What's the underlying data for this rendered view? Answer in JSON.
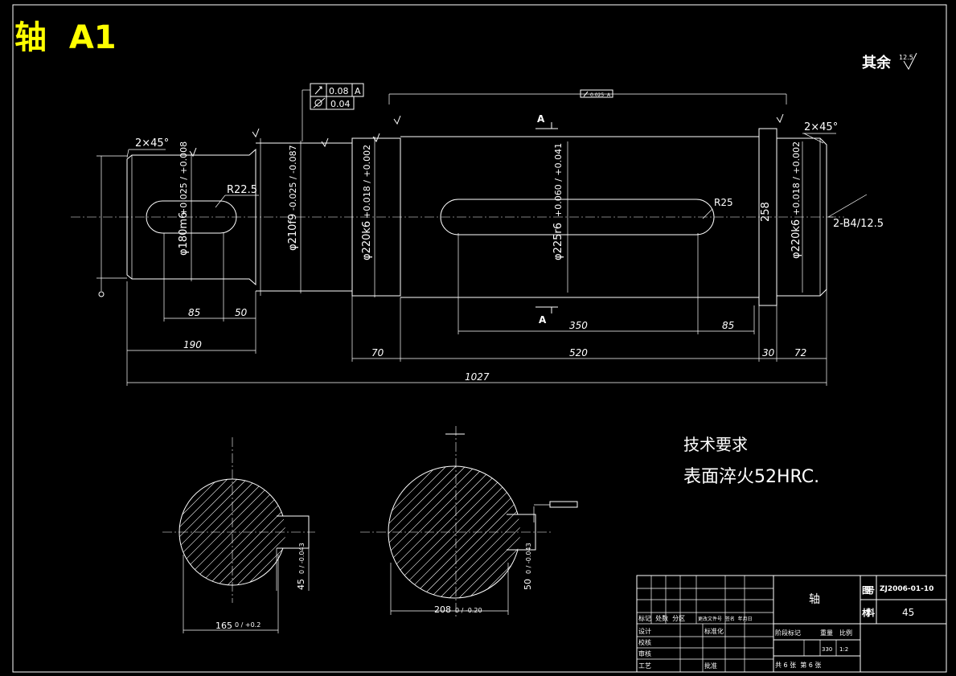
{
  "title": "轴  A1",
  "roughness_note": "其余",
  "roughness_value": "12.5",
  "chamfer_left": "2×45°",
  "chamfer_right": "2×45°",
  "gdt": {
    "runout": "0.08",
    "runout_datum": "A",
    "cylindricity": "0.04",
    "top_runout": "0.025",
    "top_runout_datum": "A"
  },
  "section_label_top": "A",
  "section_label_bottom": "A",
  "center_hole": "2-B4/12.5",
  "radius_left": "R22.5",
  "radius_right": "R25",
  "diameters": {
    "d180": "φ180m6",
    "d180_tol": "+0.025 / +0.008",
    "d210": "φ210f9",
    "d210_tol": "-0.025 / -0.087",
    "d220a": "φ220k6",
    "d220a_tol": "+0.018 / +0.002",
    "d225": "φ225r6",
    "d225_tol": "+0.060 / +0.041",
    "d258": "258",
    "d220b": "φ220k6",
    "d220b_tol": "+0.018 / +0.002"
  },
  "dims": {
    "d85": "85",
    "d50": "50",
    "d190": "190",
    "d70": "70",
    "d520": "520",
    "d30": "30",
    "d72": "72",
    "d350": "350",
    "d85b": "85",
    "d1027": "1027"
  },
  "section_dims": {
    "left_width": "165",
    "left_width_tol": "0 / +0.2",
    "left_depth": "45",
    "left_depth_tol": "0 / -0.043",
    "right_width": "208",
    "right_width_tol": "0 / -0.20",
    "right_depth": "50",
    "right_depth_tol": "0 / -0.043"
  },
  "tech_req": {
    "heading": "技术要求",
    "line1": "表面淬火52HRC."
  },
  "titleblock": {
    "part_name": "轴",
    "drawing_no_label": "图号",
    "drawing_no": "ZJ2006-01-10",
    "material_label": "材料",
    "material": "45",
    "design": "设计",
    "check": "校核",
    "review": "审核",
    "process": "工艺",
    "standard": "标准化",
    "approve": "批准",
    "stage": "阶段标记",
    "weight": "重量",
    "scale": "比例",
    "weight_val": "330",
    "scale_val": "1:2",
    "sheets": "共 6 张  第 6 张",
    "header_row": "标记  处数  分区",
    "header_row2": "更改文件号  签名  年月日"
  }
}
